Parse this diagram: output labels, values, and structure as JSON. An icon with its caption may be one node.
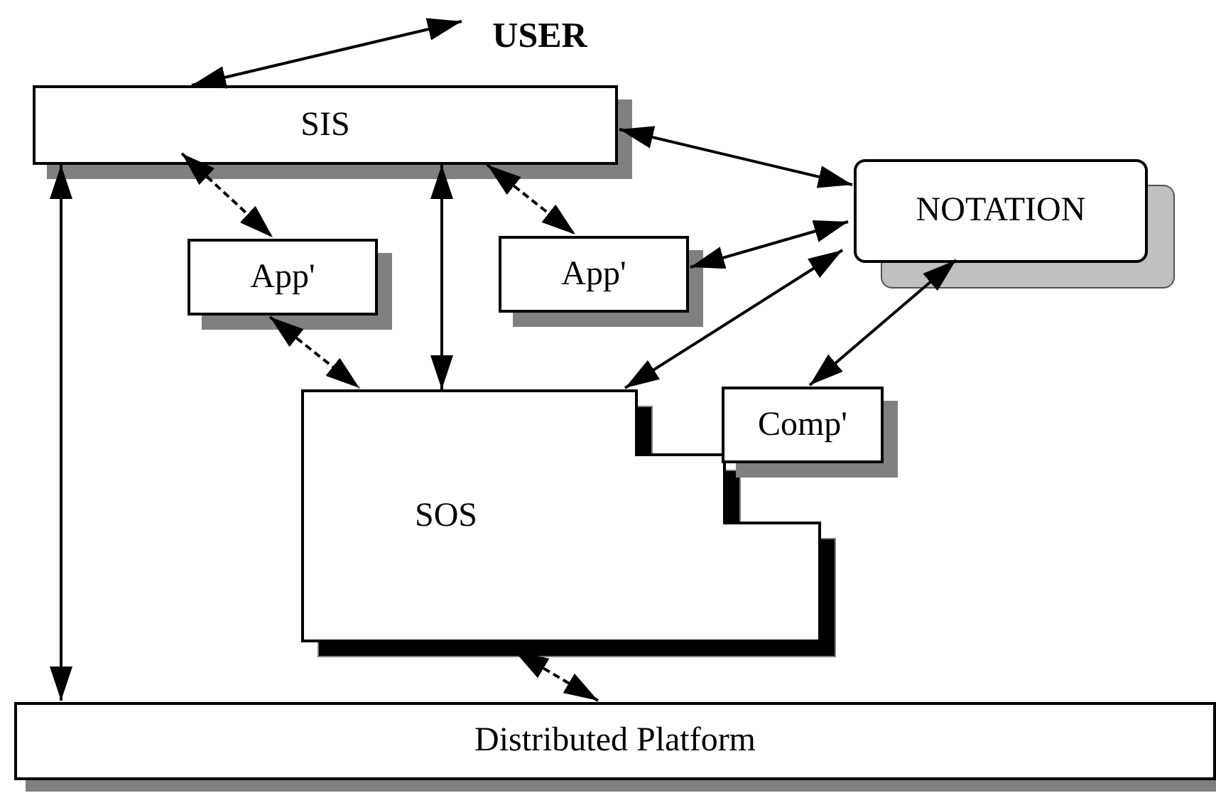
{
  "diagram": {
    "nodes": [
      {
        "text": [
          "USER"
        ]
      },
      {
        "text": [
          "SIS"
        ]
      },
      {
        "text": [
          "App'"
        ]
      },
      {
        "text": [
          "App'"
        ]
      },
      {
        "text": [
          "NOTATION"
        ]
      },
      {
        "text": [
          "SOS"
        ]
      },
      {
        "text": [
          "Comp'"
        ]
      },
      {
        "text": [
          "Distributed Platform"
        ]
      }
    ],
    "edges": [
      {
        "from": 1,
        "to": 0,
        "arrow": "both"
      },
      {
        "from": 1,
        "to": 4,
        "arrow": "both"
      },
      {
        "from": 1,
        "to": 2,
        "arrow": "both",
        "style": "dashed"
      },
      {
        "from": 1,
        "to": 5,
        "arrow": "both"
      },
      {
        "from": 1,
        "to": 3,
        "arrow": "both",
        "style": "dashed"
      },
      {
        "from": 3,
        "to": 4,
        "arrow": "both"
      },
      {
        "from": 5,
        "to": 4,
        "arrow": "both"
      },
      {
        "from": 2,
        "to": 5,
        "arrow": "both",
        "style": "dashed"
      },
      {
        "from": 6,
        "to": 4,
        "arrow": "both"
      },
      {
        "from": 1,
        "to": 7,
        "arrow": "both"
      },
      {
        "from": 5,
        "to": 7,
        "arrow": "both",
        "style": "dashed"
      }
    ]
  }
}
